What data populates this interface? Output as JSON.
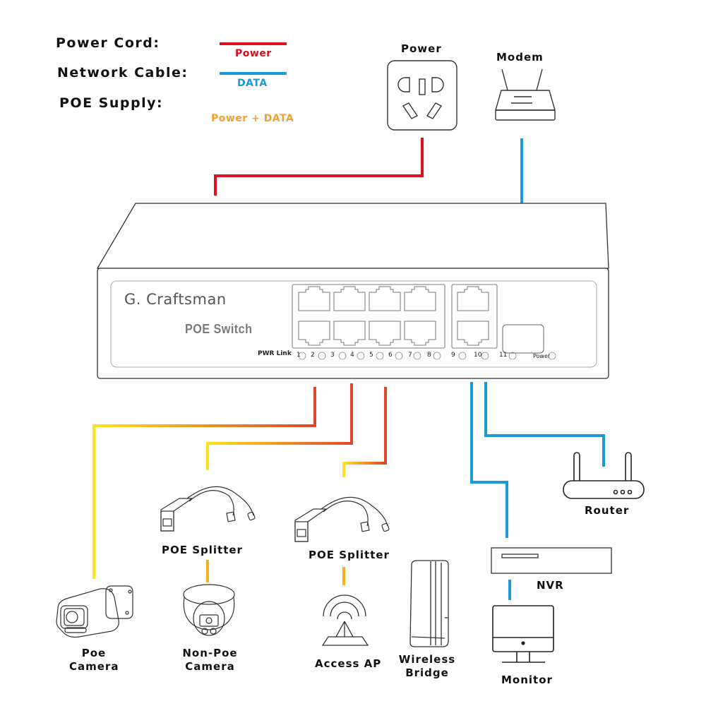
{
  "legend": {
    "items": [
      {
        "title": "Power Cord:",
        "line_label": "Power",
        "color": "#e0101e"
      },
      {
        "title": "Network Cable:",
        "line_label": "DATA",
        "color": "#1a9ad8"
      },
      {
        "title": "POE Supply:",
        "line_label": "Power + DATA",
        "color_start": "#ffe21a",
        "color_end": "#e0472a"
      }
    ]
  },
  "top_devices": {
    "power": "Power",
    "modem": "Modem"
  },
  "switch": {
    "brand": "G. Craftsman",
    "model": "POE Switch",
    "pwr_link_label": "PWR Link",
    "port_numbers": [
      "1",
      "2",
      "3",
      "4",
      "5",
      "6",
      "7",
      "8",
      "9",
      "10",
      "11"
    ],
    "power_led_label": "Power"
  },
  "devices": {
    "poe_camera": [
      "Poe",
      "Camera"
    ],
    "non_poe_camera": [
      "Non-Poe",
      "Camera"
    ],
    "poe_splitter_1": "POE Splitter",
    "poe_splitter_2": "POE Splitter",
    "access_ap": "Access AP",
    "wireless_bridge": [
      "Wireless",
      "Bridge"
    ],
    "router": "Router",
    "nvr": "NVR",
    "monitor": "Monitor"
  },
  "colors": {
    "power": "#e0101e",
    "data": "#1a9ad8",
    "poe_start": "#ffe21a",
    "poe_end": "#e0472a",
    "outline": "#333333"
  }
}
